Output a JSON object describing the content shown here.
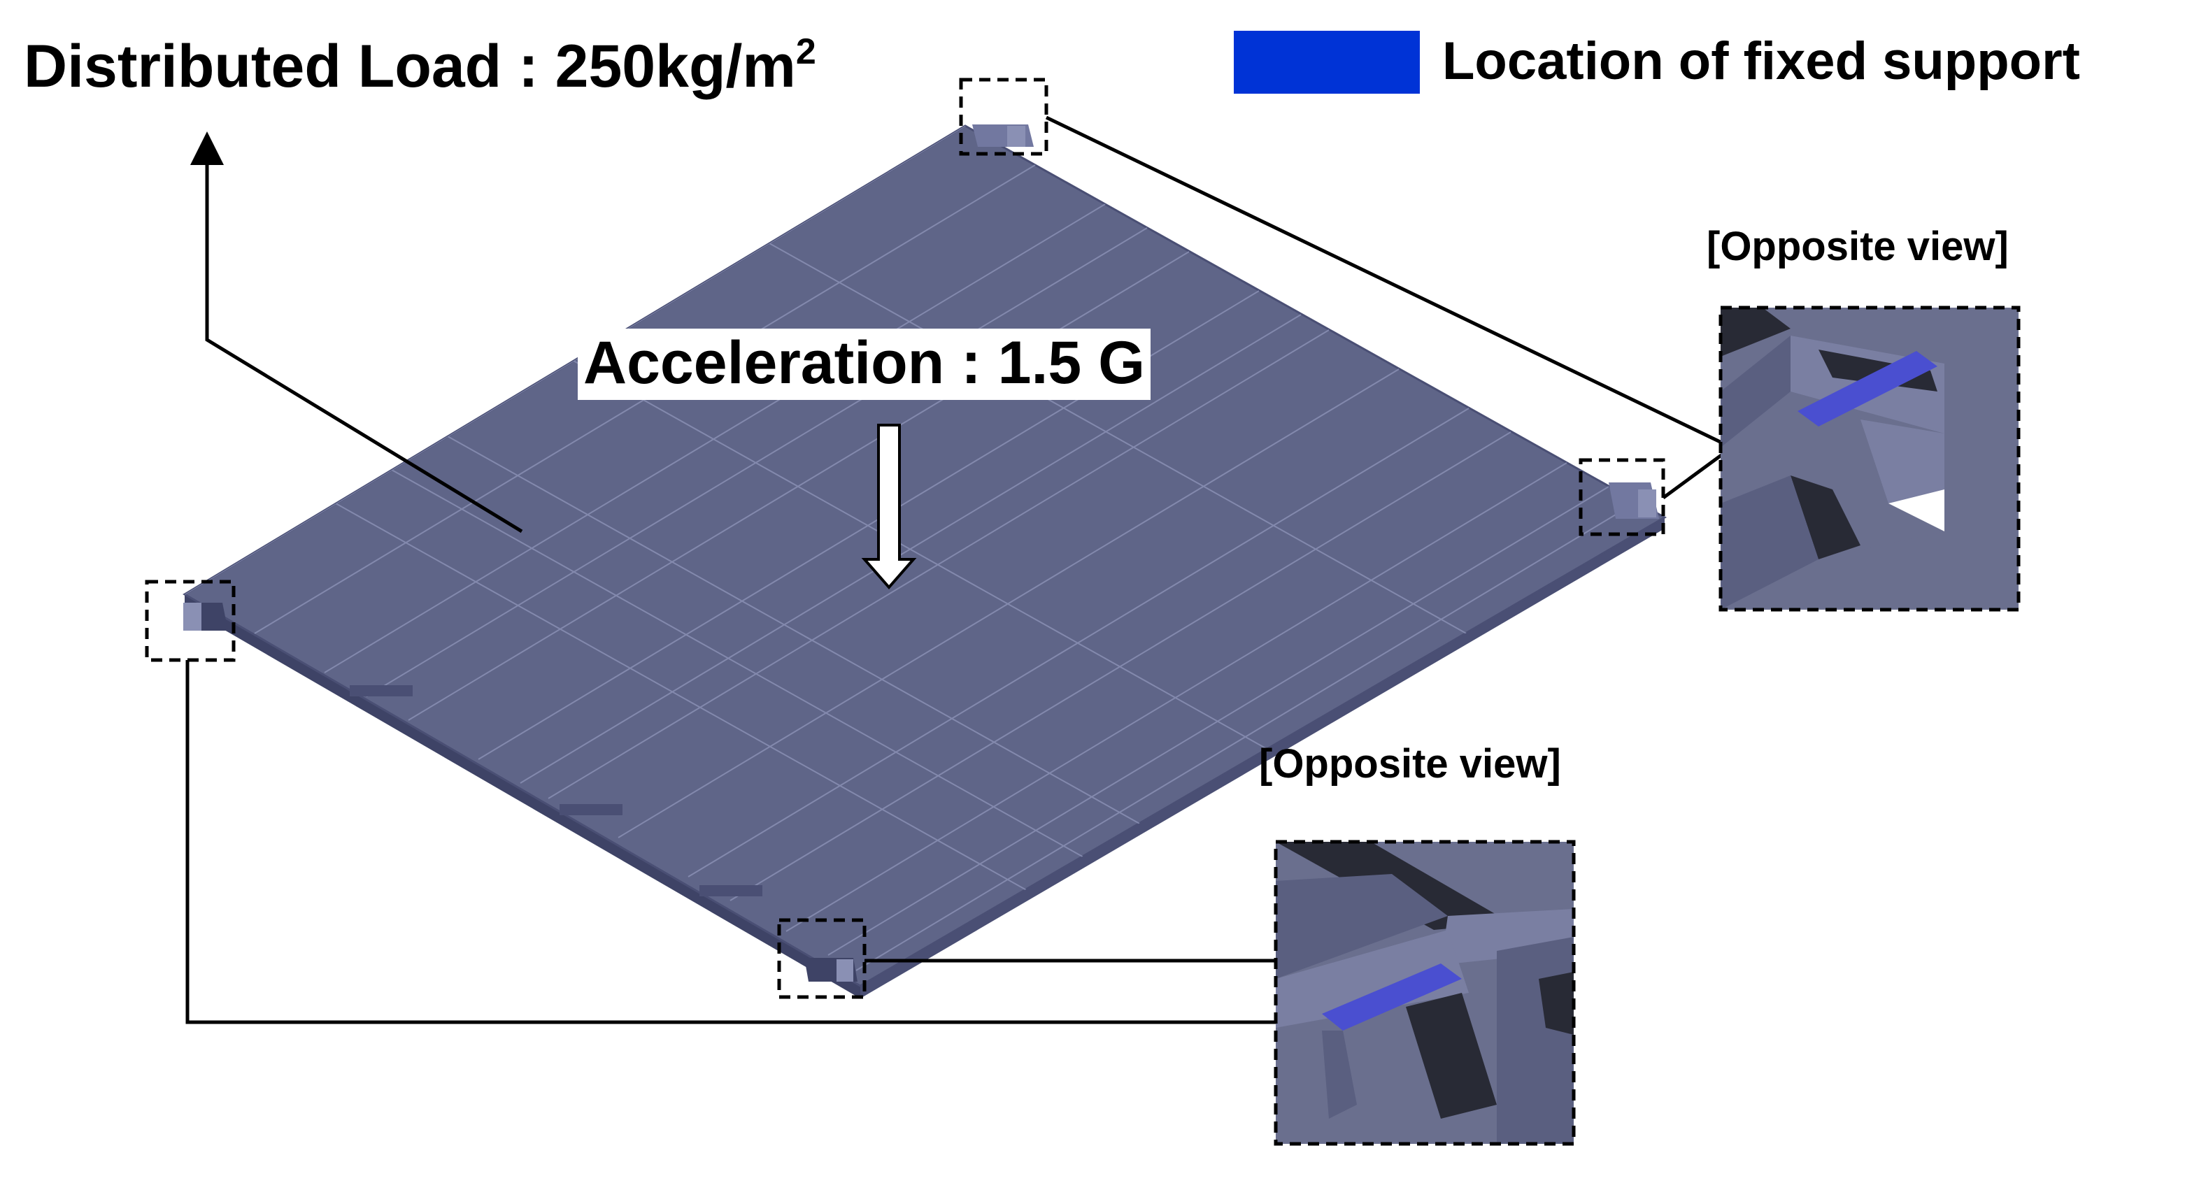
{
  "labels": {
    "distributed_load": "Distributed Load : 250kg/m",
    "distributed_load_exp": "2",
    "acceleration": "Acceleration : 1.5 G",
    "legend": "Location of fixed support",
    "opposite_view_top": "[Opposite view]",
    "opposite_view_bottom": "[Opposite view]"
  },
  "colors": {
    "plate": "#5f6588",
    "plate_line": "#8a90b4",
    "dark_steel": "#282a35",
    "steel": "#6a6f8e",
    "fixed_support": "#0033d6",
    "fixed_support_detail": "#4a4fd0",
    "line": "#000000"
  }
}
